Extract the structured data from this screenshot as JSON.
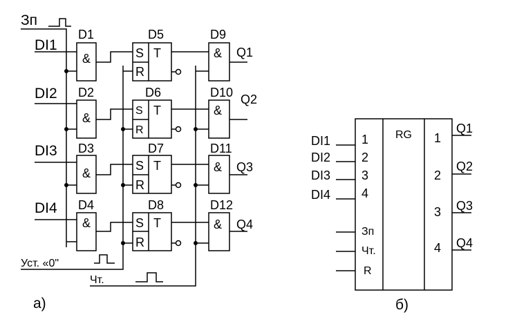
{
  "schematic": {
    "inputs": {
      "write": "Зп",
      "data": [
        "DI1",
        "DI2",
        "DI3",
        "DI4"
      ],
      "reset": "Уст. «0\"",
      "read": "Чт."
    },
    "and_in": [
      "D1",
      "D2",
      "D3",
      "D4"
    ],
    "triggers": [
      "D5",
      "D6",
      "D7",
      "D8"
    ],
    "trigger_s": "S",
    "trigger_r": "R",
    "trigger_t": "T",
    "and_out": [
      "D9",
      "D10",
      "D11",
      "D12"
    ],
    "and_symbol": "&",
    "outputs": [
      "Q1",
      "Q2",
      "Q3",
      "Q4"
    ],
    "caption": "а)"
  },
  "block": {
    "title": "RG",
    "data_inputs": [
      "DI1",
      "DI2",
      "DI3",
      "DI4"
    ],
    "input_numbers": [
      "1",
      "2",
      "3",
      "4"
    ],
    "control_inputs": [
      "Зп",
      "Чт.",
      "R"
    ],
    "output_numbers": [
      "1",
      "2",
      "3",
      "4"
    ],
    "outputs": [
      "Q1",
      "Q2",
      "Q3",
      "Q4"
    ],
    "caption": "б)"
  }
}
